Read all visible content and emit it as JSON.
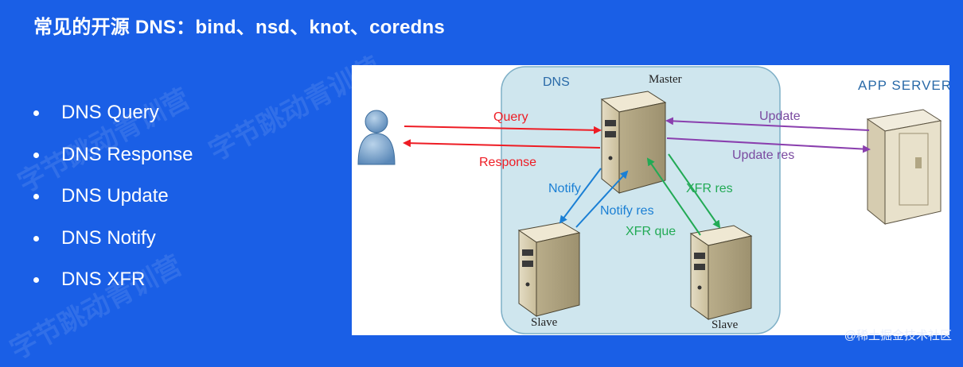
{
  "slide": {
    "title": "常见的开源 DNS：bind、nsd、knot、coredns",
    "bullets": [
      "DNS Query",
      "DNS Response",
      "DNS Update",
      "DNS Notify",
      "DNS XFR"
    ],
    "watermark": "字节跳动青训营",
    "credit": "@稀土掘金技术社区"
  },
  "diagram": {
    "dns_label": "DNS",
    "master_label": "Master",
    "app_server_label": "APP SERVER",
    "slave_left_label": "Slave",
    "slave_right_label": "Slave",
    "edges": {
      "query": "Query",
      "response": "Response",
      "update": "Update",
      "update_res": "Update res",
      "notify": "Notify",
      "notify_res": "Notify res",
      "xfr_res": "XFR res",
      "xfr_que": "XFR que"
    },
    "colors": {
      "background": "#1a5fe6",
      "dns_zone": "#cfe6ee",
      "query_response": "#ee1c24",
      "update": "#8a3fae",
      "notify": "#1a7fd4",
      "xfr": "#22aa55"
    }
  }
}
